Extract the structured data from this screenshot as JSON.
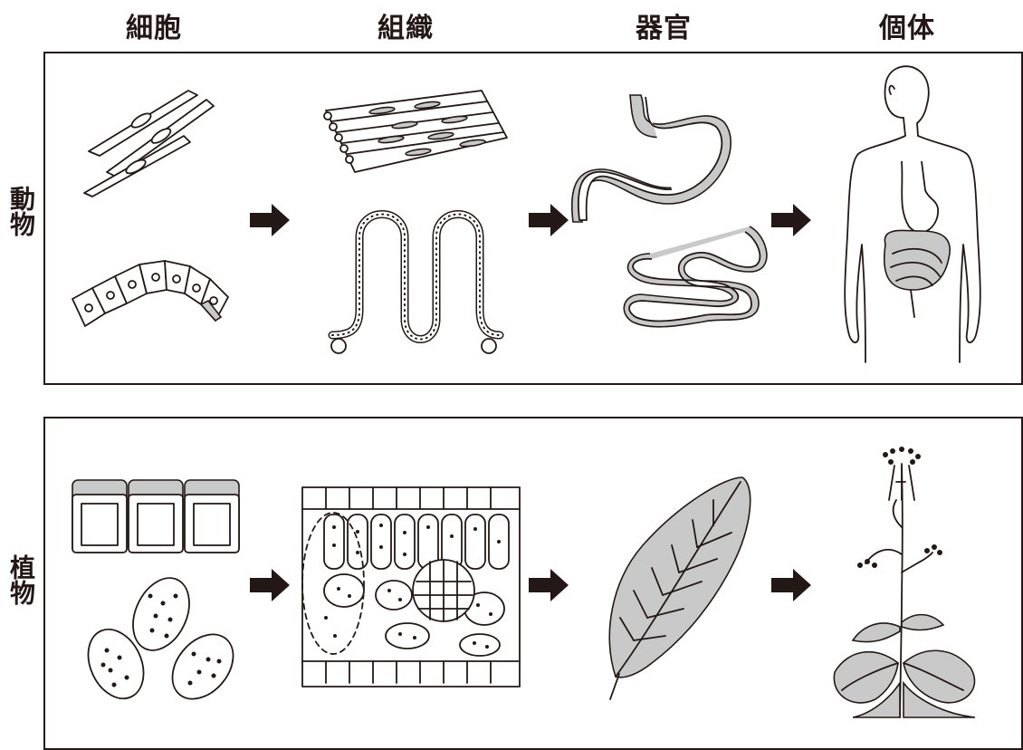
{
  "columns": {
    "cell": "細胞",
    "tissue": "組織",
    "organ": "器官",
    "individual": "個体"
  },
  "rows": {
    "animal": "動物",
    "plant": "植物"
  },
  "icons": {
    "arrow": "right-arrow-icon"
  },
  "colors": {
    "ink": "#231815",
    "shade": "#c9c9c9",
    "background": "#ffffff"
  }
}
